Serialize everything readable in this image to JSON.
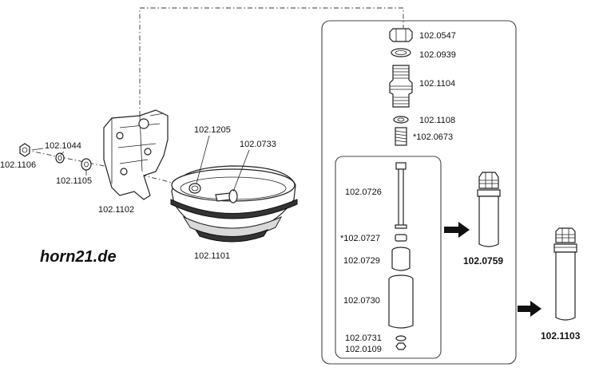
{
  "brand": "horn21.de",
  "labels": {
    "p1106": "102.1106",
    "p1044": "102.1044",
    "p1105": "102.1105",
    "p1102": "102.1102",
    "p1205": "102.1205",
    "p0733": "102.0733",
    "p1101": "102.1101",
    "p0547": "102.0547",
    "p0939": "102.0939",
    "p1104": "102.1104",
    "p1108": "102.1108",
    "p0673": "*102.0673",
    "p0726": "102.0726",
    "p0727": "*102.0727",
    "p0729": "102.0729",
    "p0730": "102.0730",
    "p0731": "102.0731",
    "p0109": "102.0109",
    "p0759": "102.0759",
    "p1103": "102.1103"
  }
}
